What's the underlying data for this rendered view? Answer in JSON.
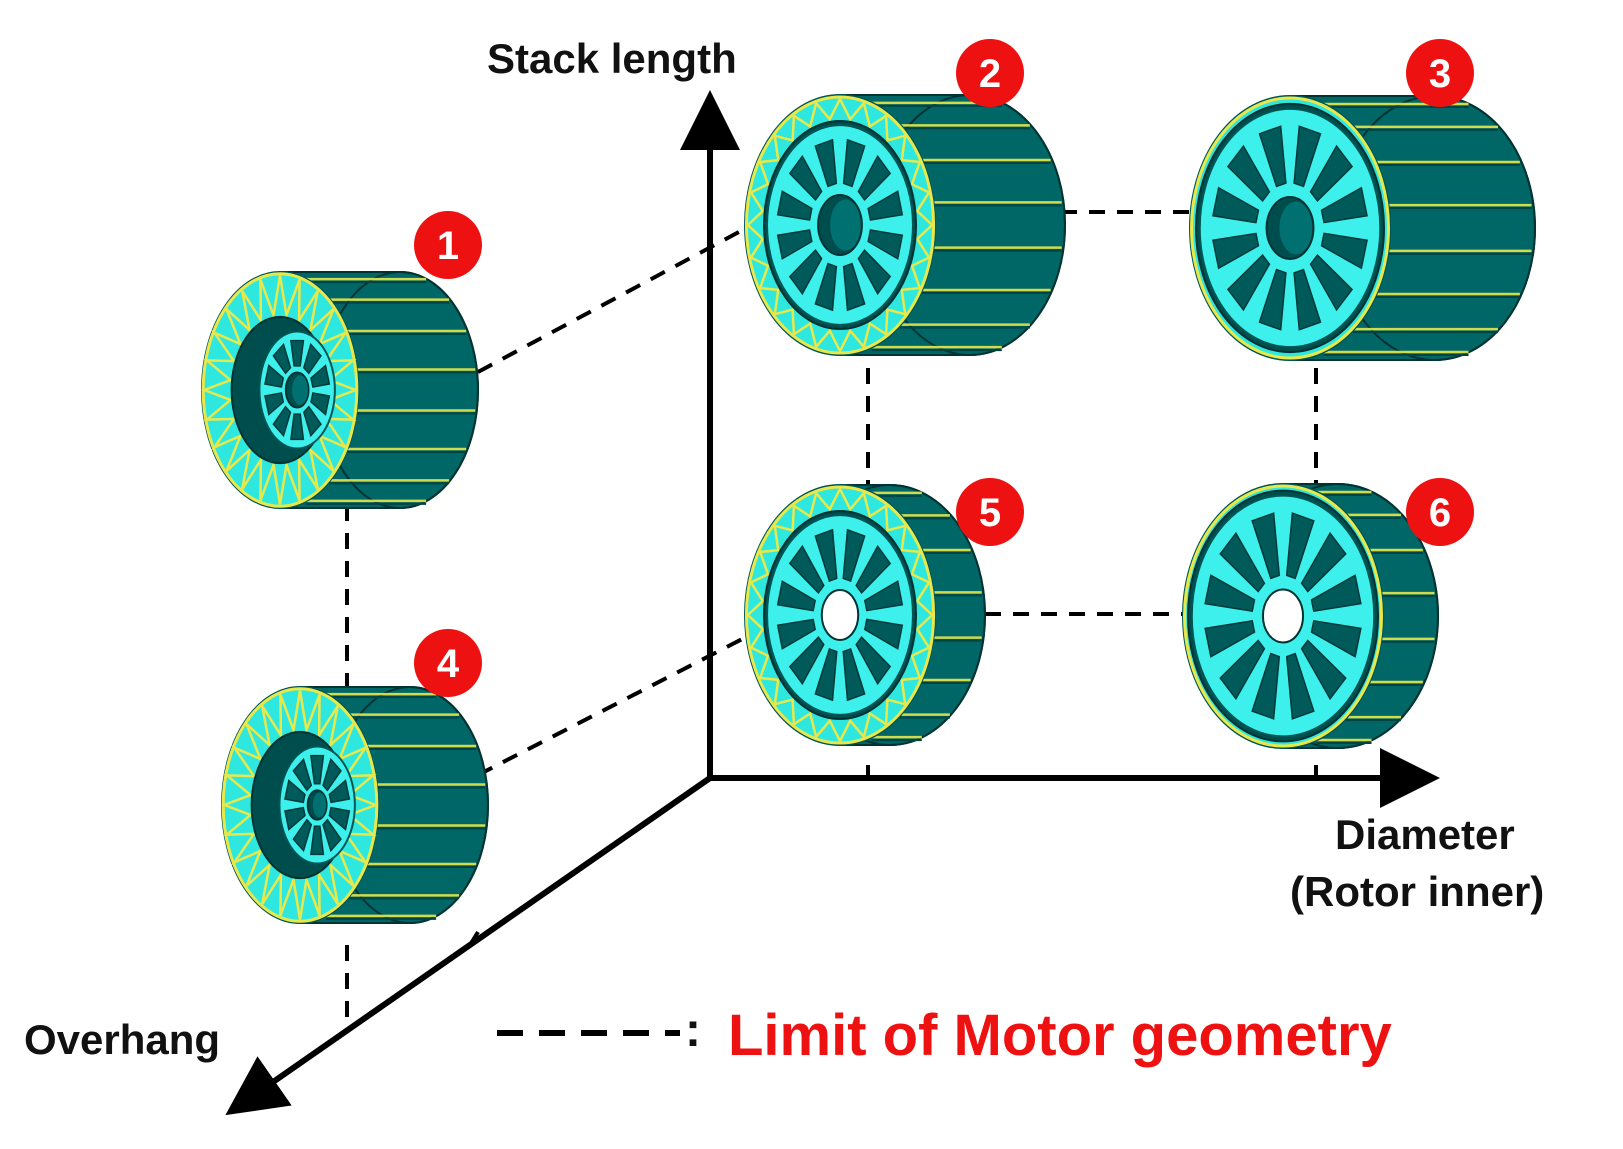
{
  "axes": {
    "vertical": "Stack length",
    "horizontal_line1": "Diameter",
    "horizontal_line2": "(Rotor inner)",
    "depth": "Overhang"
  },
  "legend": {
    "colon": ":",
    "text": "Limit of Motor geometry"
  },
  "badges": [
    "1",
    "2",
    "3",
    "4",
    "5",
    "6"
  ],
  "motors": [
    {
      "number": "1",
      "type": "long-small-diameter-large-overhang"
    },
    {
      "number": "2",
      "type": "long-medium-diameter"
    },
    {
      "number": "3",
      "type": "long-large-diameter"
    },
    {
      "number": "4",
      "type": "short-small-diameter-large-overhang"
    },
    {
      "number": "5",
      "type": "short-medium-diameter"
    },
    {
      "number": "6",
      "type": "short-large-diameter"
    }
  ],
  "colors": {
    "stator_face": "#2ee8e0",
    "stator_side": "#006666",
    "rotor_face": "#3ef0ec",
    "winding": "#e8e84a",
    "badge": "#ee1111",
    "legend_text": "#ee1111",
    "axis": "#000000"
  }
}
